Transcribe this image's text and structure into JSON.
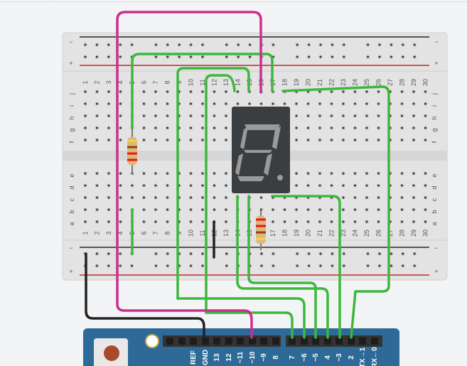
{
  "app": "Tinkercad Circuits",
  "breadboard": {
    "columns": [
      "1",
      "2",
      "3",
      "4",
      "5",
      "6",
      "7",
      "8",
      "9",
      "10",
      "11",
      "12",
      "13",
      "14",
      "15",
      "16",
      "17",
      "18",
      "19",
      "20",
      "21",
      "22",
      "23",
      "24",
      "25",
      "26",
      "27",
      "28",
      "29",
      "30"
    ],
    "rows_top": [
      "j",
      "i",
      "h",
      "g",
      "f"
    ],
    "rows_bottom": [
      "e",
      "d",
      "c",
      "b",
      "a"
    ],
    "rail_minus": "−",
    "rail_plus": "+"
  },
  "components": {
    "display": {
      "type": "7-segment display",
      "lit_segments": "none"
    },
    "resistor_1": {
      "bands": [
        "#f2d64b",
        "#8b4513",
        "#e8171b",
        "#e8171b"
      ]
    },
    "resistor_2": {
      "bands": [
        "#e8171b",
        "#e8171b",
        "#8b4513",
        "#f2d64b"
      ]
    }
  },
  "arduino": {
    "pins_left": [
      "REF",
      "GND",
      "13",
      "12",
      "~11",
      "~10",
      "~9",
      "8"
    ],
    "pins_right": [
      "7",
      "~6",
      "~5",
      "4",
      "~3",
      "2",
      "TX→1",
      "RX←0"
    ]
  },
  "colors": {
    "wire_green": "#3cb83c",
    "wire_magenta": "#cc2e8e",
    "wire_black": "#222222",
    "board_blue": "#2e6a98",
    "rail_red": "#c62828"
  }
}
